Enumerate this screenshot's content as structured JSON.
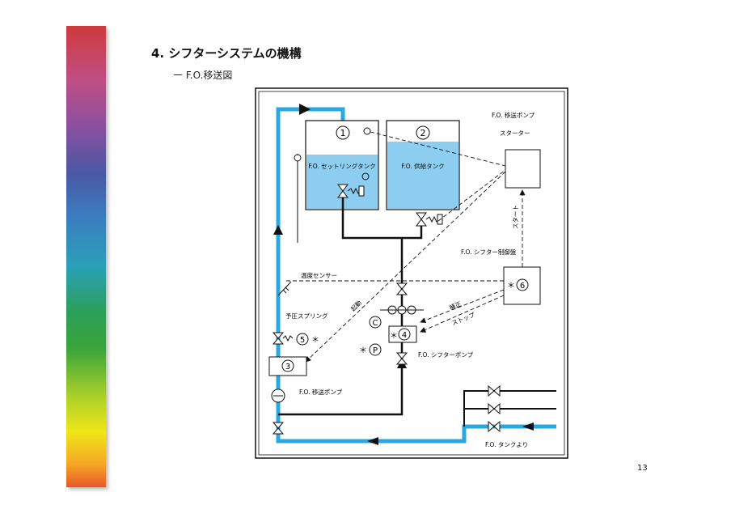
{
  "header": {
    "title": "4. シフターシステムの機構",
    "subtitle": "ー F.O.移送図"
  },
  "diagram": {
    "tank1": {
      "number": "1",
      "label": "F.O. セットリングタンク"
    },
    "tank2": {
      "number": "2",
      "label": "F.O. 供給タンク"
    },
    "starter_group_label": "F.O. 移送ポンプ",
    "starter_label": "スターター",
    "start_signal_label": "スタート",
    "control_panel_label": "F.O. シフター制御盤",
    "control_panel_number": "6",
    "temp_sensor_label": "温度センサー",
    "spring_label": "予圧スプリング",
    "spring_number": "5",
    "transfer_pump_number": "3",
    "transfer_pump_label": "F.O. 移送ポンプ",
    "shifter_pump_number": "4",
    "shifter_pump_label": "F.O. シフターポンプ",
    "gauge_c": "C",
    "gauge_p": "P",
    "asterisk": "＊",
    "signal_start": "起動",
    "signal_correct": "補正",
    "signal_stop": "ストップ",
    "from_tank_label": "F.O. タンクより"
  },
  "colors": {
    "pipe_blue": "#29a8e0",
    "tank_fill": "#8ccdf0",
    "line": "#111111"
  },
  "footer": {
    "page_number": "13"
  }
}
